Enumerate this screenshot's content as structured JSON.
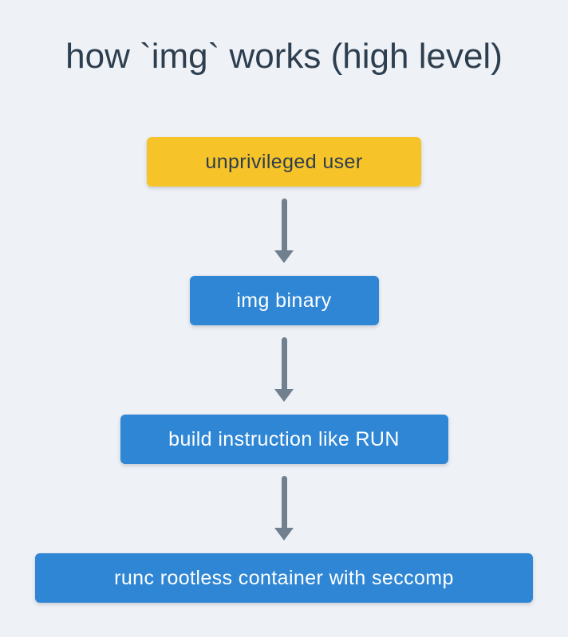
{
  "diagram": {
    "title": "how `img` works (high level)",
    "nodes": [
      {
        "id": "unprivileged-user",
        "label": "unprivileged user",
        "role": "start",
        "color": "#f6c328",
        "text_color": "#2d3e4f"
      },
      {
        "id": "img-binary",
        "label": "img binary",
        "role": "process",
        "color": "#2e86d5",
        "text_color": "#ffffff"
      },
      {
        "id": "build-instruction",
        "label": "build instruction like RUN",
        "role": "process",
        "color": "#2e86d5",
        "text_color": "#ffffff"
      },
      {
        "id": "runc-container",
        "label": "runc rootless container with seccomp",
        "role": "process",
        "color": "#2e86d5",
        "text_color": "#ffffff"
      }
    ],
    "connections": [
      {
        "from": "unprivileged-user",
        "to": "img-binary"
      },
      {
        "from": "img-binary",
        "to": "build-instruction"
      },
      {
        "from": "build-instruction",
        "to": "runc-container"
      }
    ],
    "colors": {
      "background": "#eef1f6",
      "accent_yellow": "#f6c328",
      "accent_blue": "#2e86d5",
      "arrow": "#71808f",
      "title_text": "#2d3e4f",
      "node_text_dark": "#2d3e4f",
      "node_text_light": "#ffffff"
    }
  }
}
